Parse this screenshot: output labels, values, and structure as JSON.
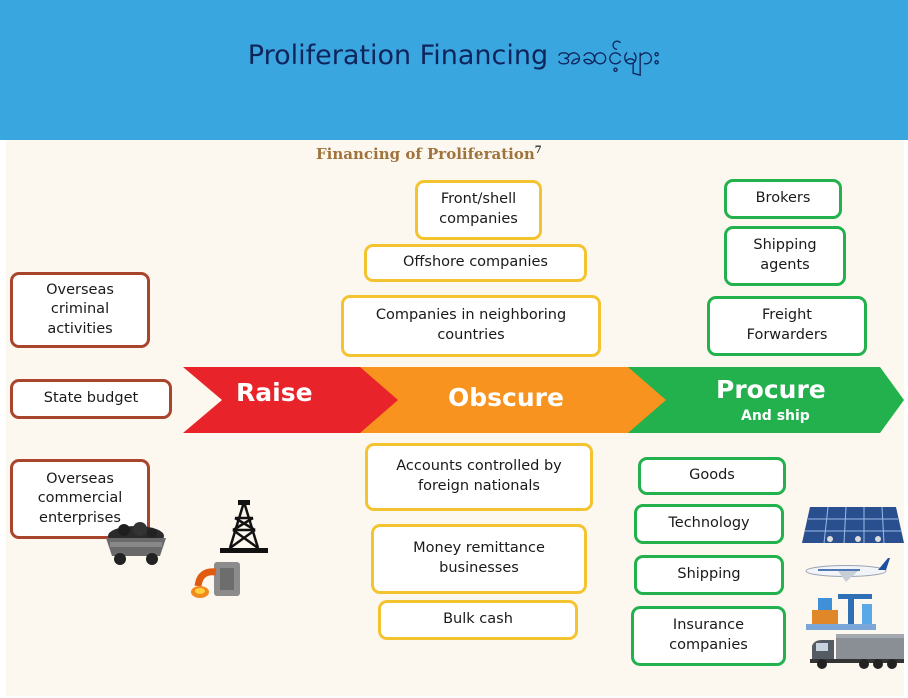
{
  "header": {
    "title": "Proliferation Financing အဆင့်များ"
  },
  "subtitle": {
    "text": "Financing of Proliferation",
    "note": "7"
  },
  "stages": {
    "raise": {
      "label": "Raise",
      "color": "#e8232a"
    },
    "obscure": {
      "label": "Obscure",
      "color": "#f7931e"
    },
    "procure": {
      "label": "Procure",
      "sub": "And ship",
      "color": "#22b14c"
    }
  },
  "raise_sources": [
    "Overseas criminal activities",
    "State budget",
    "Overseas commercial enterprises"
  ],
  "obscure_above": [
    "Front/shell companies",
    "Offshore companies",
    "Companies in neighboring countries"
  ],
  "obscure_below": [
    "Accounts controlled by foreign nationals",
    "Money remittance businesses",
    "Bulk cash"
  ],
  "procure_above": [
    "Brokers",
    "Shipping agents",
    "Freight Forwarders"
  ],
  "procure_below": [
    "Goods",
    "Technology",
    "Shipping",
    "Insurance companies"
  ],
  "icons": [
    "coal-cart-icon",
    "oil-derrick-icon",
    "ore-furnace-icon",
    "solar-panel-icon",
    "airplane-icon",
    "shipping-cranes-icon",
    "truck-icon"
  ]
}
